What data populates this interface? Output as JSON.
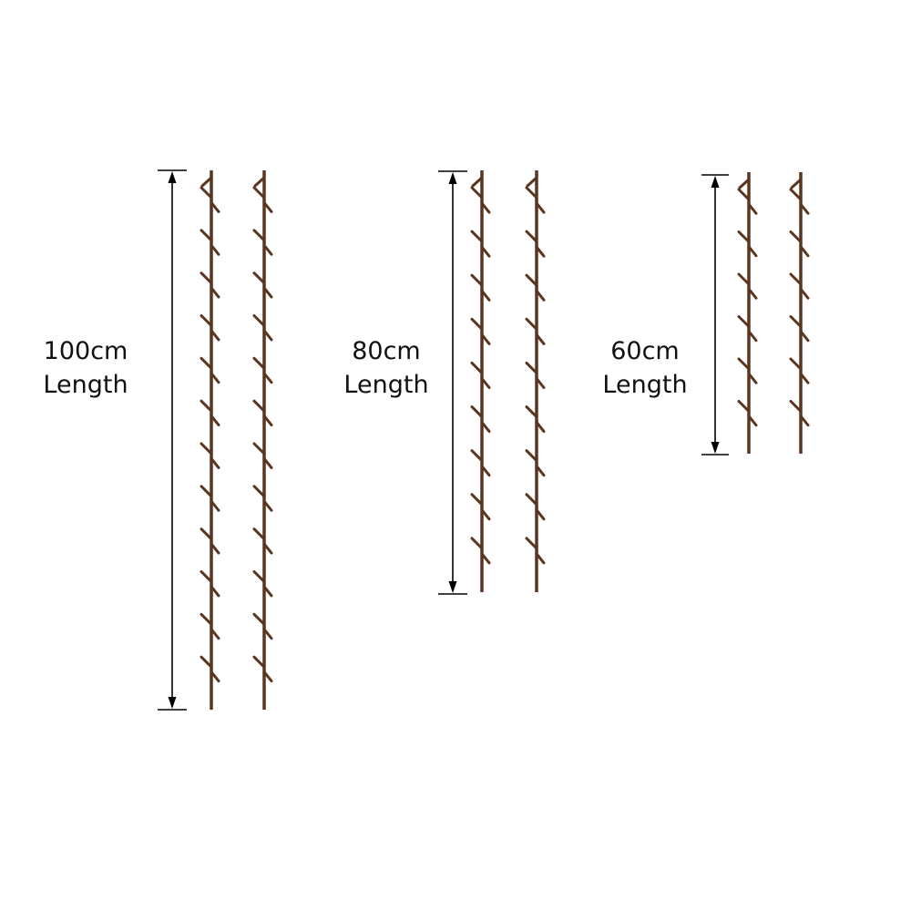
{
  "colors": {
    "branch": "#5a3520",
    "dimension": "#000000",
    "background": "#ffffff"
  },
  "groups": [
    {
      "id": "100",
      "value": "100cm",
      "word": "Length",
      "length_cm": 100,
      "branches": 2,
      "twigs_per_side": 12
    },
    {
      "id": "80",
      "value": "80cm",
      "word": "Length",
      "length_cm": 80,
      "branches": 2,
      "twigs_per_side": 9
    },
    {
      "id": "60",
      "value": "60cm",
      "word": "Length",
      "length_cm": 60,
      "branches": 2,
      "twigs_per_side": 6
    }
  ]
}
